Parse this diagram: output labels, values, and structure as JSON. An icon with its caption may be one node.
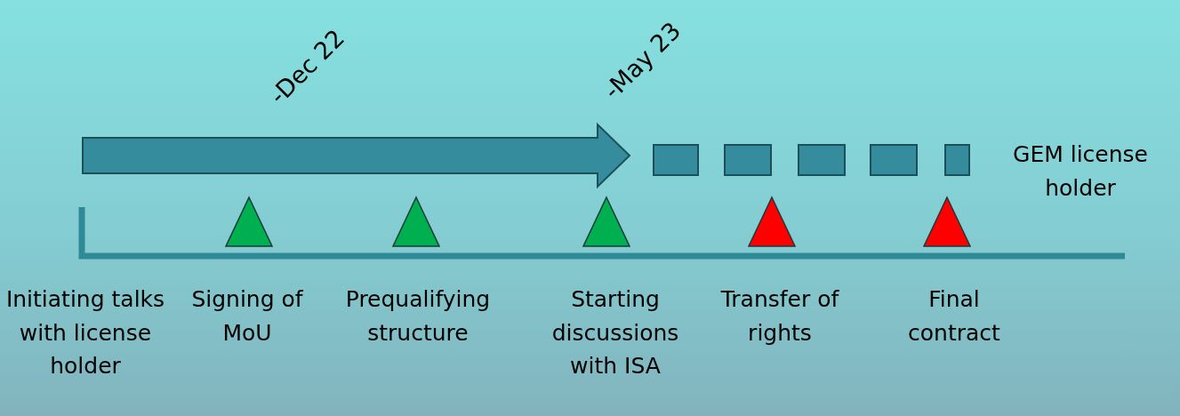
{
  "diagram": {
    "labels": [
      "-Dec 22",
      "-May 23",
      "GEM license holder",
      "Initiating talks with license holder",
      "Signing of MoU",
      "Prequalifying structure",
      "Starting discussions with ISA",
      "Transfer of rights",
      "Final contract"
    ]
  }
}
